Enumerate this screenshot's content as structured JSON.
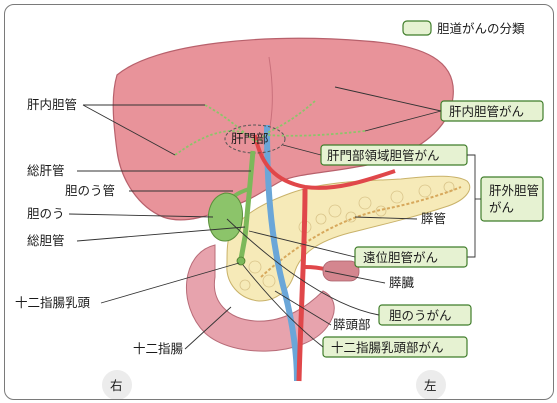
{
  "legend": {
    "label": "胆道がんの分類"
  },
  "labels": {
    "intrahepatic_duct": "肝内胆管",
    "hilum": "肝門部",
    "common_hepatic_duct": "総肝管",
    "cystic_duct": "胆のう管",
    "gallbladder": "胆のう",
    "common_bile_duct": "総胆管",
    "papilla": "十二指腸乳頭",
    "duodenum": "十二指腸",
    "pancreatic_duct": "膵管",
    "pancreas": "膵臓",
    "pancreatic_head": "膵頭部"
  },
  "cancer_types": {
    "intrahepatic_cancer": "肝内胆管がん",
    "hilar_cancer": "肝門部領域胆管がん",
    "extrahepatic_cancer": "肝外胆管\nがん",
    "distal_cancer": "遠位胆管がん",
    "gallbladder_cancer": "胆のうがん",
    "papilla_cancer": "十二指腸乳頭部がん"
  },
  "orientation": {
    "right": "右",
    "left": "左"
  },
  "colors": {
    "liver": "#e8939a",
    "pancreas": "#f6eab8",
    "bile_duct": "#8cc46a",
    "artery": "#e0474a",
    "vein": "#6aa6d8",
    "legend_fill": "#e6f2d2"
  }
}
